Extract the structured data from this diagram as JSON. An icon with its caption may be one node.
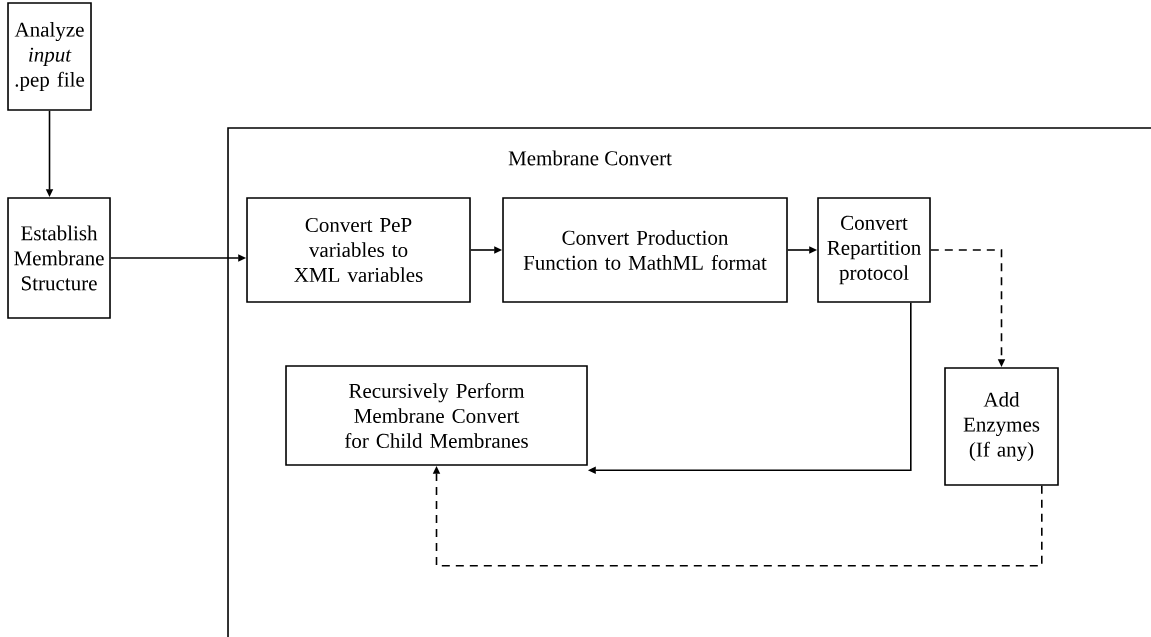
{
  "diagram": {
    "nodes": [
      {
        "text": [
          "Analyze *input* .pep file"
        ]
      },
      {
        "text": [
          "Membrane Convert"
        ]
      },
      {
        "text": [
          "Establish Membrane Structure"
        ]
      },
      {
        "text": [
          "Convert PeP variables to XML variables"
        ],
        "in": 1
      },
      {
        "text": [
          "Convert Production Function to MathML format"
        ],
        "in": 1
      },
      {
        "text": [
          "Convert Repartition protocol"
        ],
        "in": 1
      },
      {
        "text": [
          "Add Enzymes (If any)"
        ],
        "in": 1
      },
      {
        "text": [
          "Recursively Perform Membrane Convert for Child Membranes"
        ],
        "in": 1
      }
    ],
    "edges": [
      {
        "from": 0,
        "to": 2,
        "arrow": "to"
      },
      {
        "from": 2,
        "to": 3,
        "arrow": "to"
      },
      {
        "from": 3,
        "to": 4,
        "arrow": "to"
      },
      {
        "from": 4,
        "to": 5,
        "arrow": "to"
      },
      {
        "from": 5,
        "to": 6,
        "arrow": "to",
        "style": "dashed"
      },
      {
        "from": 5,
        "to": 7,
        "arrow": "to"
      },
      {
        "from": 6,
        "to": 7,
        "arrow": "to",
        "style": "dashed"
      }
    ]
  }
}
